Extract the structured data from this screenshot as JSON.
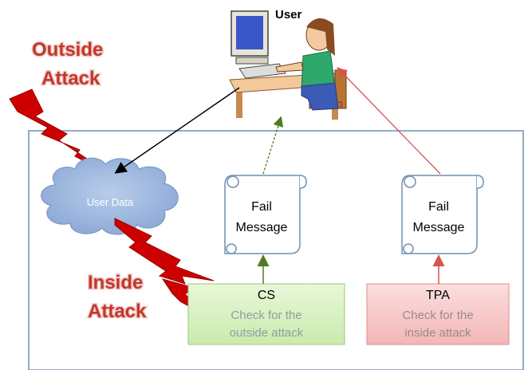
{
  "user": {
    "label": "User"
  },
  "outside_attack": {
    "line1": "Outside",
    "line2": "Attack"
  },
  "inside_attack": {
    "line1": "Inside",
    "line2": "Attack"
  },
  "cloud": {
    "label": "User Data"
  },
  "scroll_cs": {
    "line1": "Fail",
    "line2": "Message"
  },
  "scroll_tpa": {
    "line1": "Fail",
    "line2": "Message"
  },
  "cs_box": {
    "title": "CS",
    "line1": "Check for the",
    "line2": "outside attack"
  },
  "tpa_box": {
    "title": "TPA",
    "line1": "Check for the",
    "line2": "inside attack"
  },
  "colors": {
    "attack_red": "#c0392b",
    "cloud_fill": "#9fb8e0",
    "cs_fill": "#d6f0bf",
    "tpa_fill": "#f6c6c6",
    "border_blue": "#6f8fb3",
    "green_arrow": "#4e7d1f",
    "red_arrow": "#d9534f"
  }
}
